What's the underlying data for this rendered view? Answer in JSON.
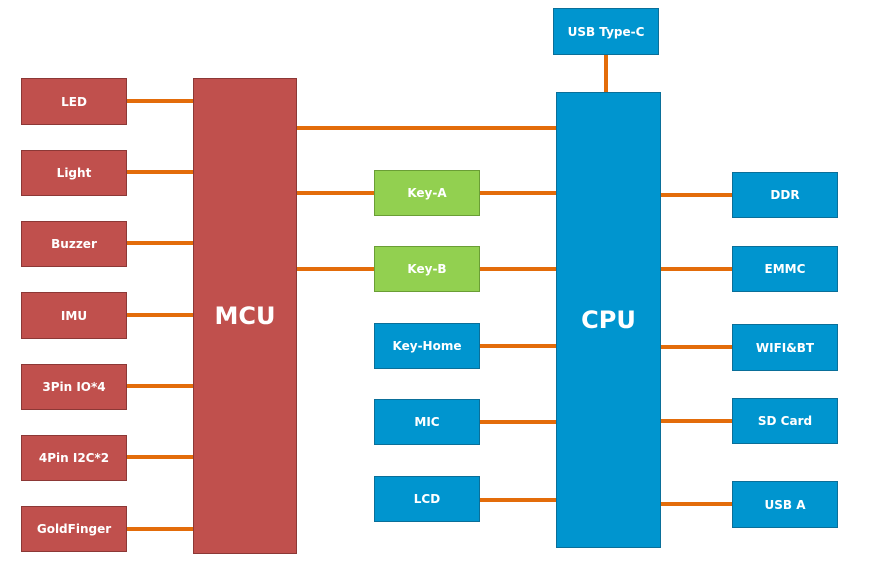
{
  "colors": {
    "mcu": "#c0504d",
    "cpu": "#0095cf",
    "key": "#92d050",
    "connector": "#e36c0a"
  },
  "mcu": {
    "label": "MCU",
    "peripherals": [
      "LED",
      "Light",
      "Buzzer",
      "IMU",
      "3Pin IO*4",
      "4Pin I2C*2",
      "GoldFinger"
    ]
  },
  "cpu": {
    "label": "CPU",
    "top": "USB Type-C",
    "right_peripherals": [
      "DDR",
      "EMMC",
      "WIFI&BT",
      "SD Card",
      "USB A"
    ]
  },
  "shared_keys": [
    "Key-A",
    "Key-B"
  ],
  "cpu_inputs": [
    "Key-Home",
    "MIC",
    "LCD"
  ]
}
